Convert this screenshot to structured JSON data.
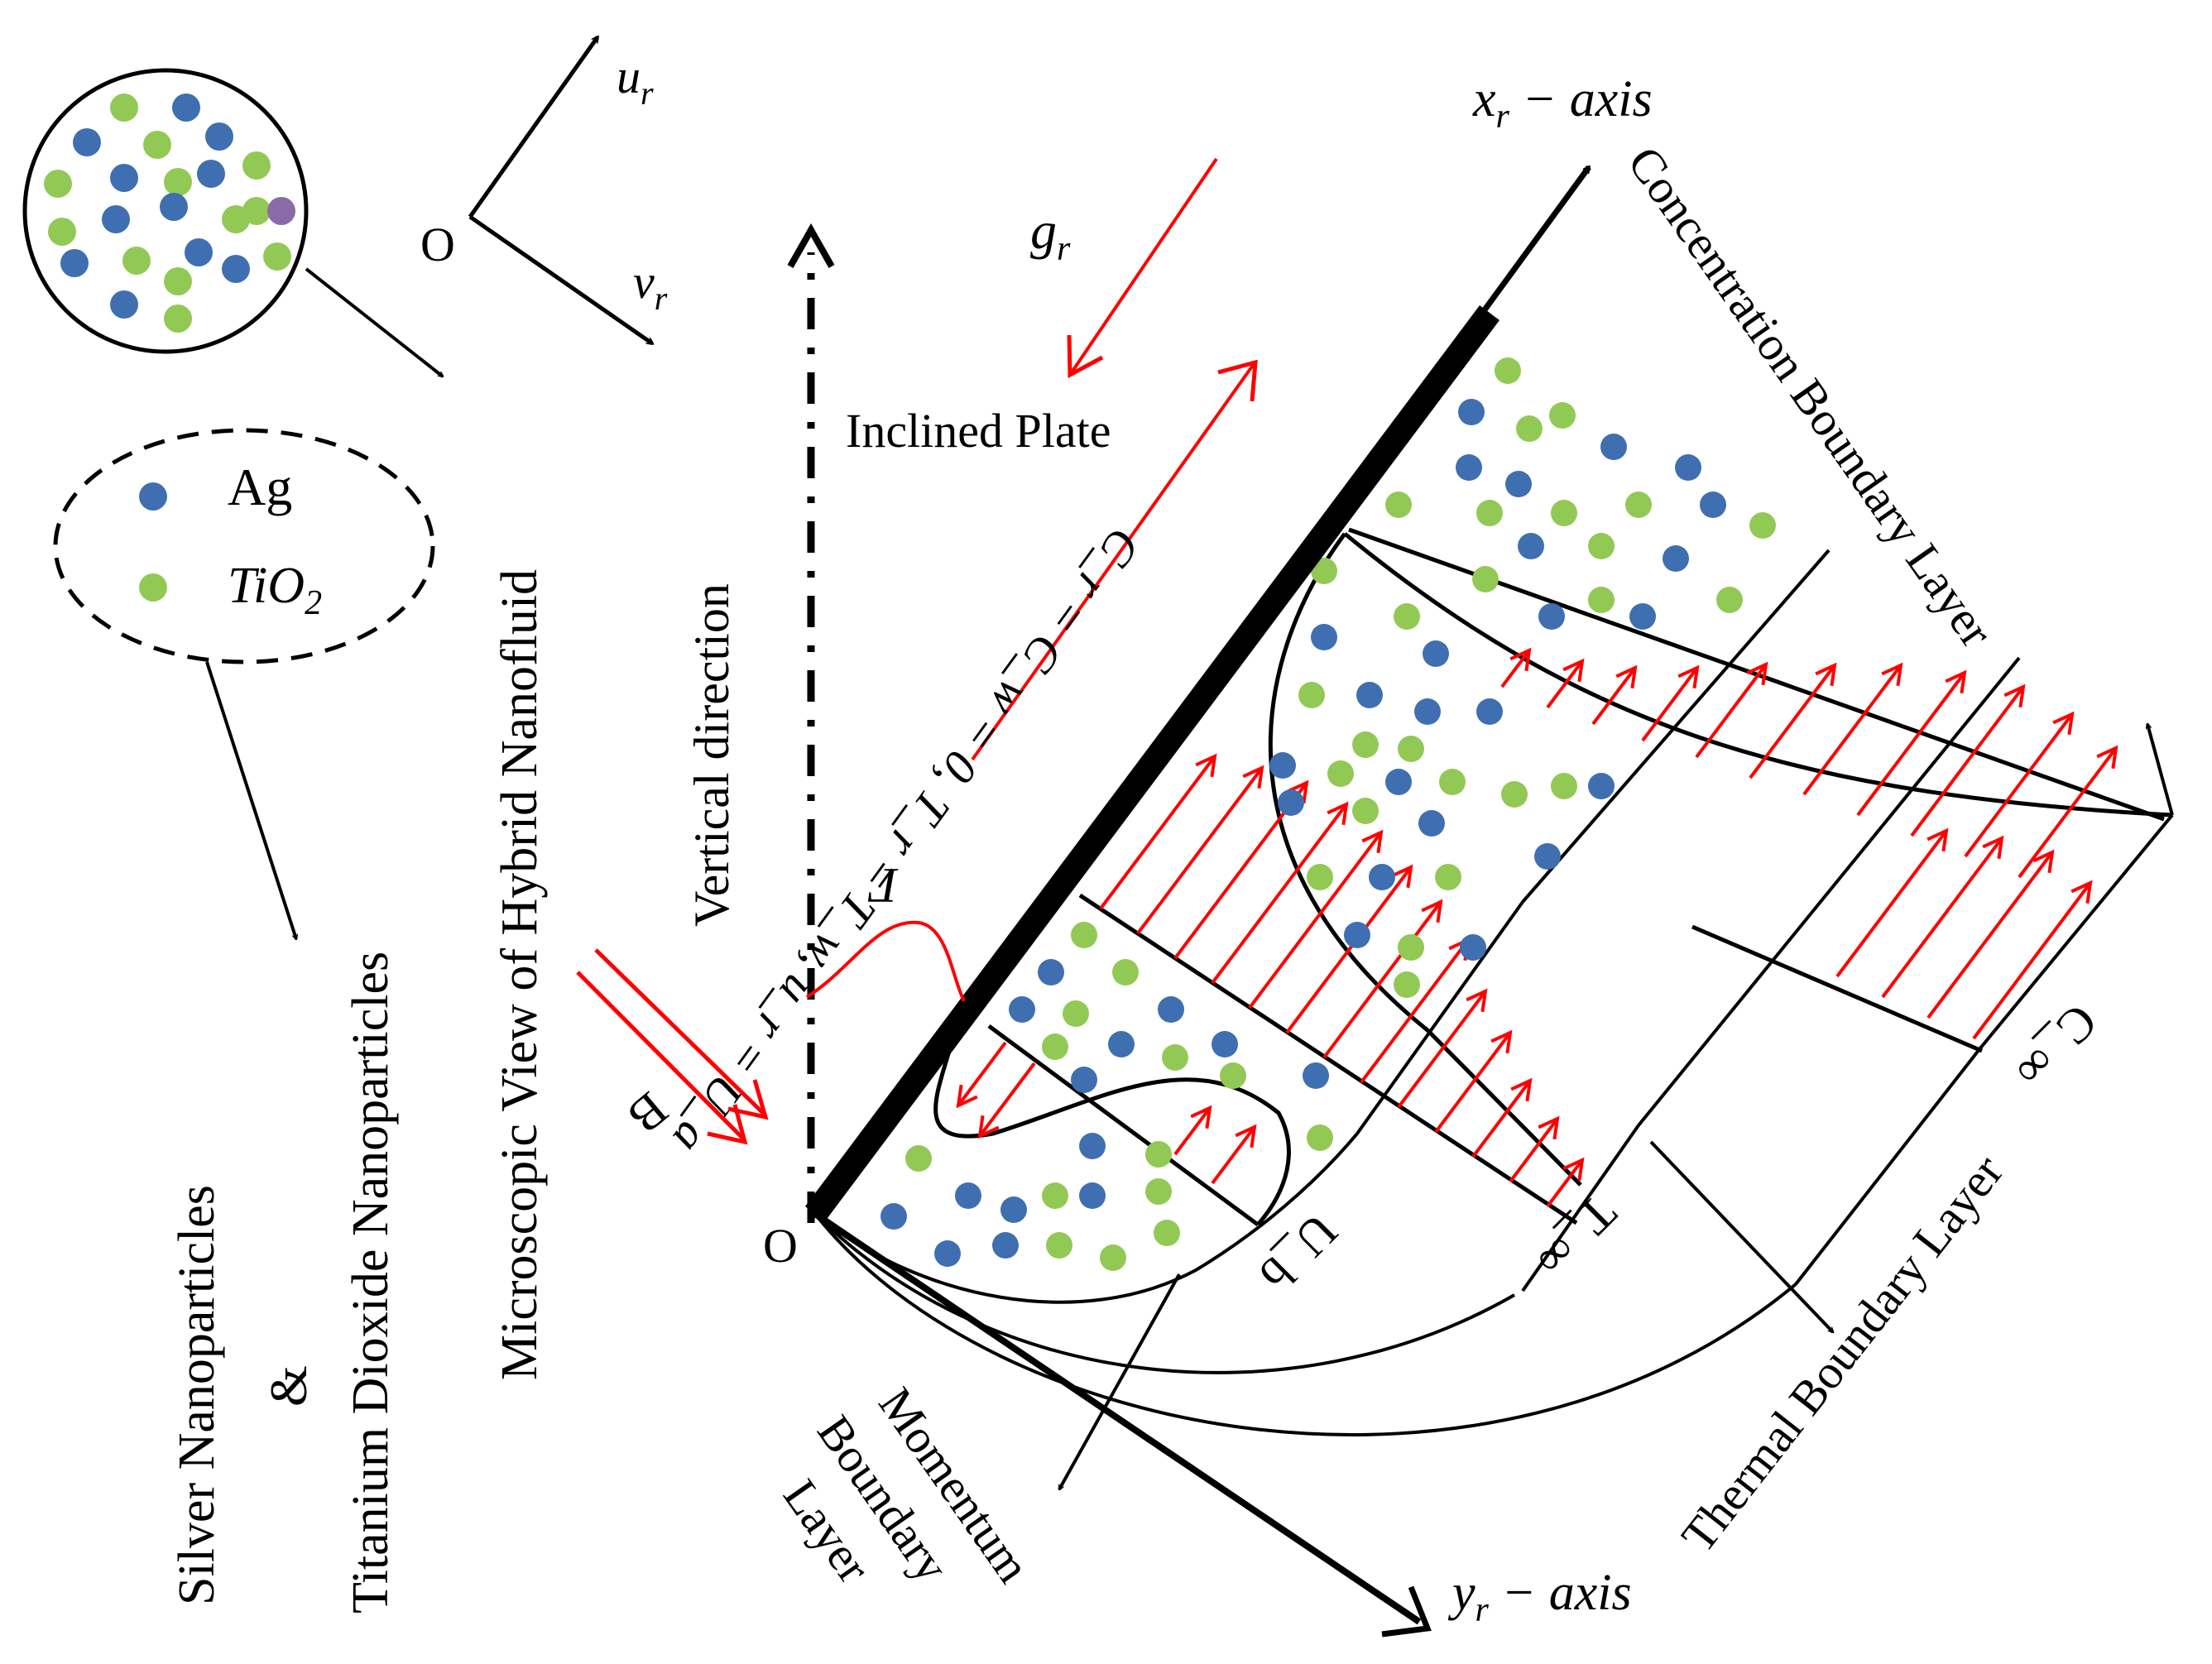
{
  "colors": {
    "silver": "#3f6fb0",
    "titania": "#92c955",
    "impurity": "#8a6aa8",
    "velocity_arrow": "#ff0000",
    "line": "#000000"
  },
  "legend": {
    "ag": "Ag",
    "tio2": "TiO",
    "tio2_sub": "2",
    "silver_label": "Silver  Nanoparticles",
    "amp": "&",
    "titanium_label": "Titanium Dioxide Nanoparticles",
    "micro_label": "Microscopic View of Hybrid Nanofluid"
  },
  "axes": {
    "origin_small": "O",
    "u_r": "u",
    "u_r_sub": "r",
    "v_r": "v",
    "v_r_sub": "r",
    "x_axis": "x",
    "x_axis_sub": "r",
    "x_axis_rest": " − axis",
    "y_axis": "y",
    "y_axis_sub": "r",
    "y_axis_rest": " − axis",
    "origin": "O"
  },
  "labels": {
    "g_r": "g",
    "g_r_sub": "r",
    "inclined_plate": "Inclined Plate",
    "vertical_direction": "Vertical direction",
    "gamma": "Γ",
    "b_field": "B",
    "boundary_condition": "C_r = C_w = 0, T_r = T_w, u_r = U_a",
    "u_b": "U_b",
    "t_inf": "T_∞",
    "c_inf": "C_∞",
    "concentration_layer": "Concentration Boundary Layer",
    "thermal_layer": "Thermal Boundary Layer",
    "momentum_1": "Momentum",
    "momentum_2": "Boundary",
    "momentum_3": "Layer"
  }
}
